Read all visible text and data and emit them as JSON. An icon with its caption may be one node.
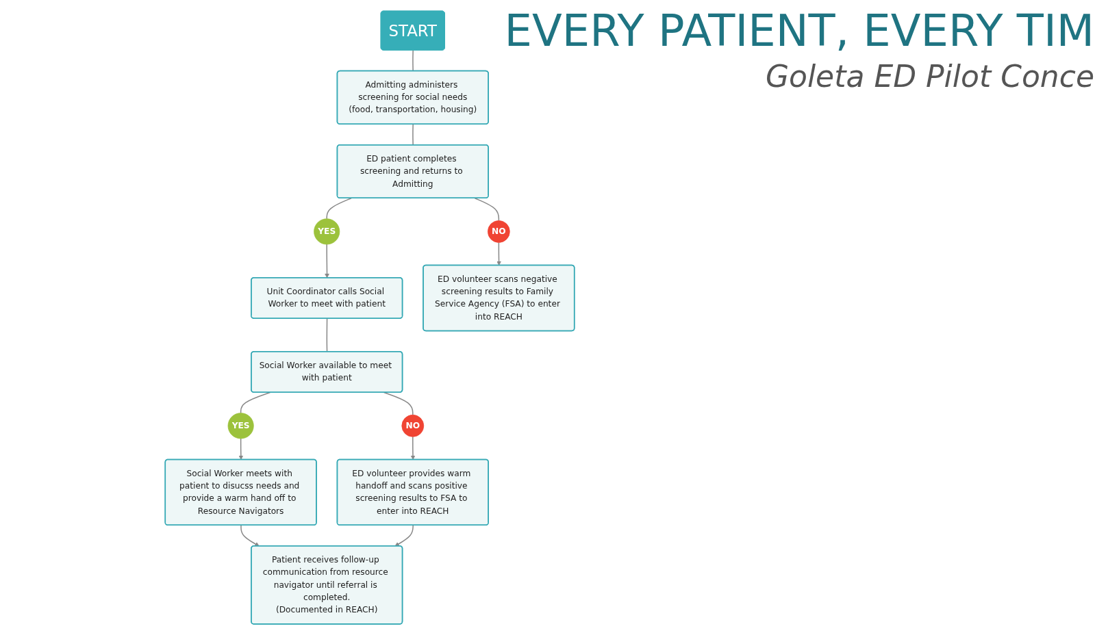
{
  "diagram": {
    "title": "EVERY PATIENT, EVERY TIM",
    "caption": "Goleta ED Pilot Conce",
    "nodes": [
      {
        "text": [
          "START"
        ]
      },
      {
        "text": [
          "Admitting administers screening for social needs",
          "(food, transportation, housing)"
        ]
      },
      {
        "text": [
          "ED patient completes screening and returns to Admitting"
        ]
      },
      {
        "text": [
          "YES"
        ]
      },
      {
        "text": [
          "Unit Coordinator calls Social Worker to meet with patient"
        ]
      },
      {
        "text": [
          "Social Worker available to meet with patient"
        ]
      },
      {
        "text": [
          "YES"
        ]
      },
      {
        "text": [
          "Social Worker meets with patient to disucss needs and provide a warm hand off to Resource Navigators"
        ]
      },
      {
        "text": [
          "NO"
        ]
      },
      {
        "text": [
          "ED volunteer scans negative screening results to Family Service Agency (FSA) to enter into REACH"
        ]
      },
      {
        "text": [
          "NO"
        ]
      },
      {
        "text": [
          "ED volunteer provides warm handoff and scans positive screening results to FSA to enter into REACH"
        ]
      },
      {
        "text": [
          "Patient receives follow-up communication from resource navigator until referral is completed.",
          "(Documented in REACH)"
        ]
      }
    ],
    "edges": [
      {
        "from": 0,
        "to": 1,
        "arrow": "none"
      },
      {
        "from": 1,
        "to": 2,
        "arrow": "none"
      },
      {
        "from": 2,
        "to": 3,
        "arrow": "none"
      },
      {
        "from": 3,
        "to": 4,
        "arrow": "to"
      },
      {
        "from": 4,
        "to": 5,
        "arrow": "none"
      },
      {
        "from": 5,
        "to": 6,
        "arrow": "none"
      },
      {
        "from": 6,
        "to": 7,
        "arrow": "to"
      },
      {
        "from": 2,
        "to": 8,
        "arrow": "none"
      },
      {
        "from": 8,
        "to": 9,
        "arrow": "to"
      },
      {
        "from": 5,
        "to": 10,
        "arrow": "none"
      },
      {
        "from": 10,
        "to": 11,
        "arrow": "to"
      },
      {
        "from": 7,
        "to": 12,
        "arrow": "to"
      },
      {
        "from": 11,
        "to": 12,
        "arrow": "to"
      }
    ]
  }
}
